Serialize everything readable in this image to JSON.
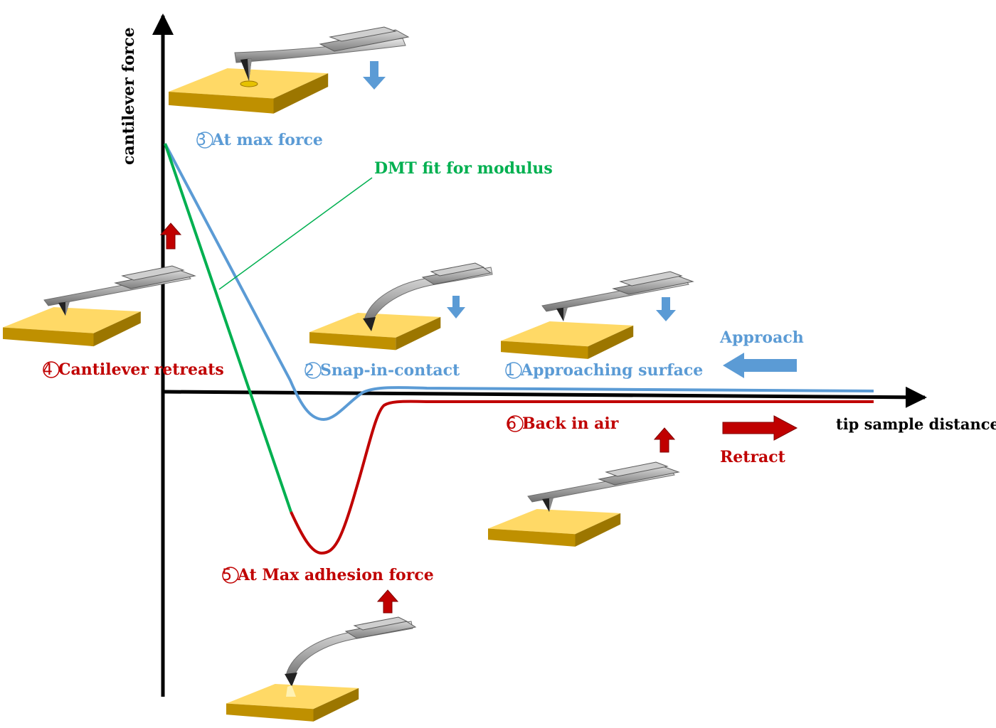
{
  "colors": {
    "approach": "#5B9BD5",
    "retract": "#C00000",
    "dmt": "#00B050",
    "axis": "#000000",
    "sample_top": "#FFD966",
    "sample_side": "#BF9000",
    "cantilever": "#A6A6A6"
  },
  "axes": {
    "y_label": "cantilever force",
    "x_label": "tip sample distance"
  },
  "legend": {
    "approach_label": "Approach",
    "retract_label": "Retract"
  },
  "dmt_label": "DMT fit for modulus",
  "steps": [
    {
      "num": "1",
      "text": "Approaching surface",
      "icon": "cantilever-flat-approach"
    },
    {
      "num": "2",
      "text": "Snap-in-contact",
      "icon": "cantilever-bent-down"
    },
    {
      "num": "3",
      "text": "At max force",
      "icon": "cantilever-bent-up-indent"
    },
    {
      "num": "4",
      "text": "Cantilever retreats",
      "icon": "cantilever-flat-retreat"
    },
    {
      "num": "5",
      "text": "At Max adhesion force",
      "icon": "cantilever-bent-adhesion"
    },
    {
      "num": "6",
      "text": "Back in air",
      "icon": "cantilever-flat-free"
    }
  ]
}
